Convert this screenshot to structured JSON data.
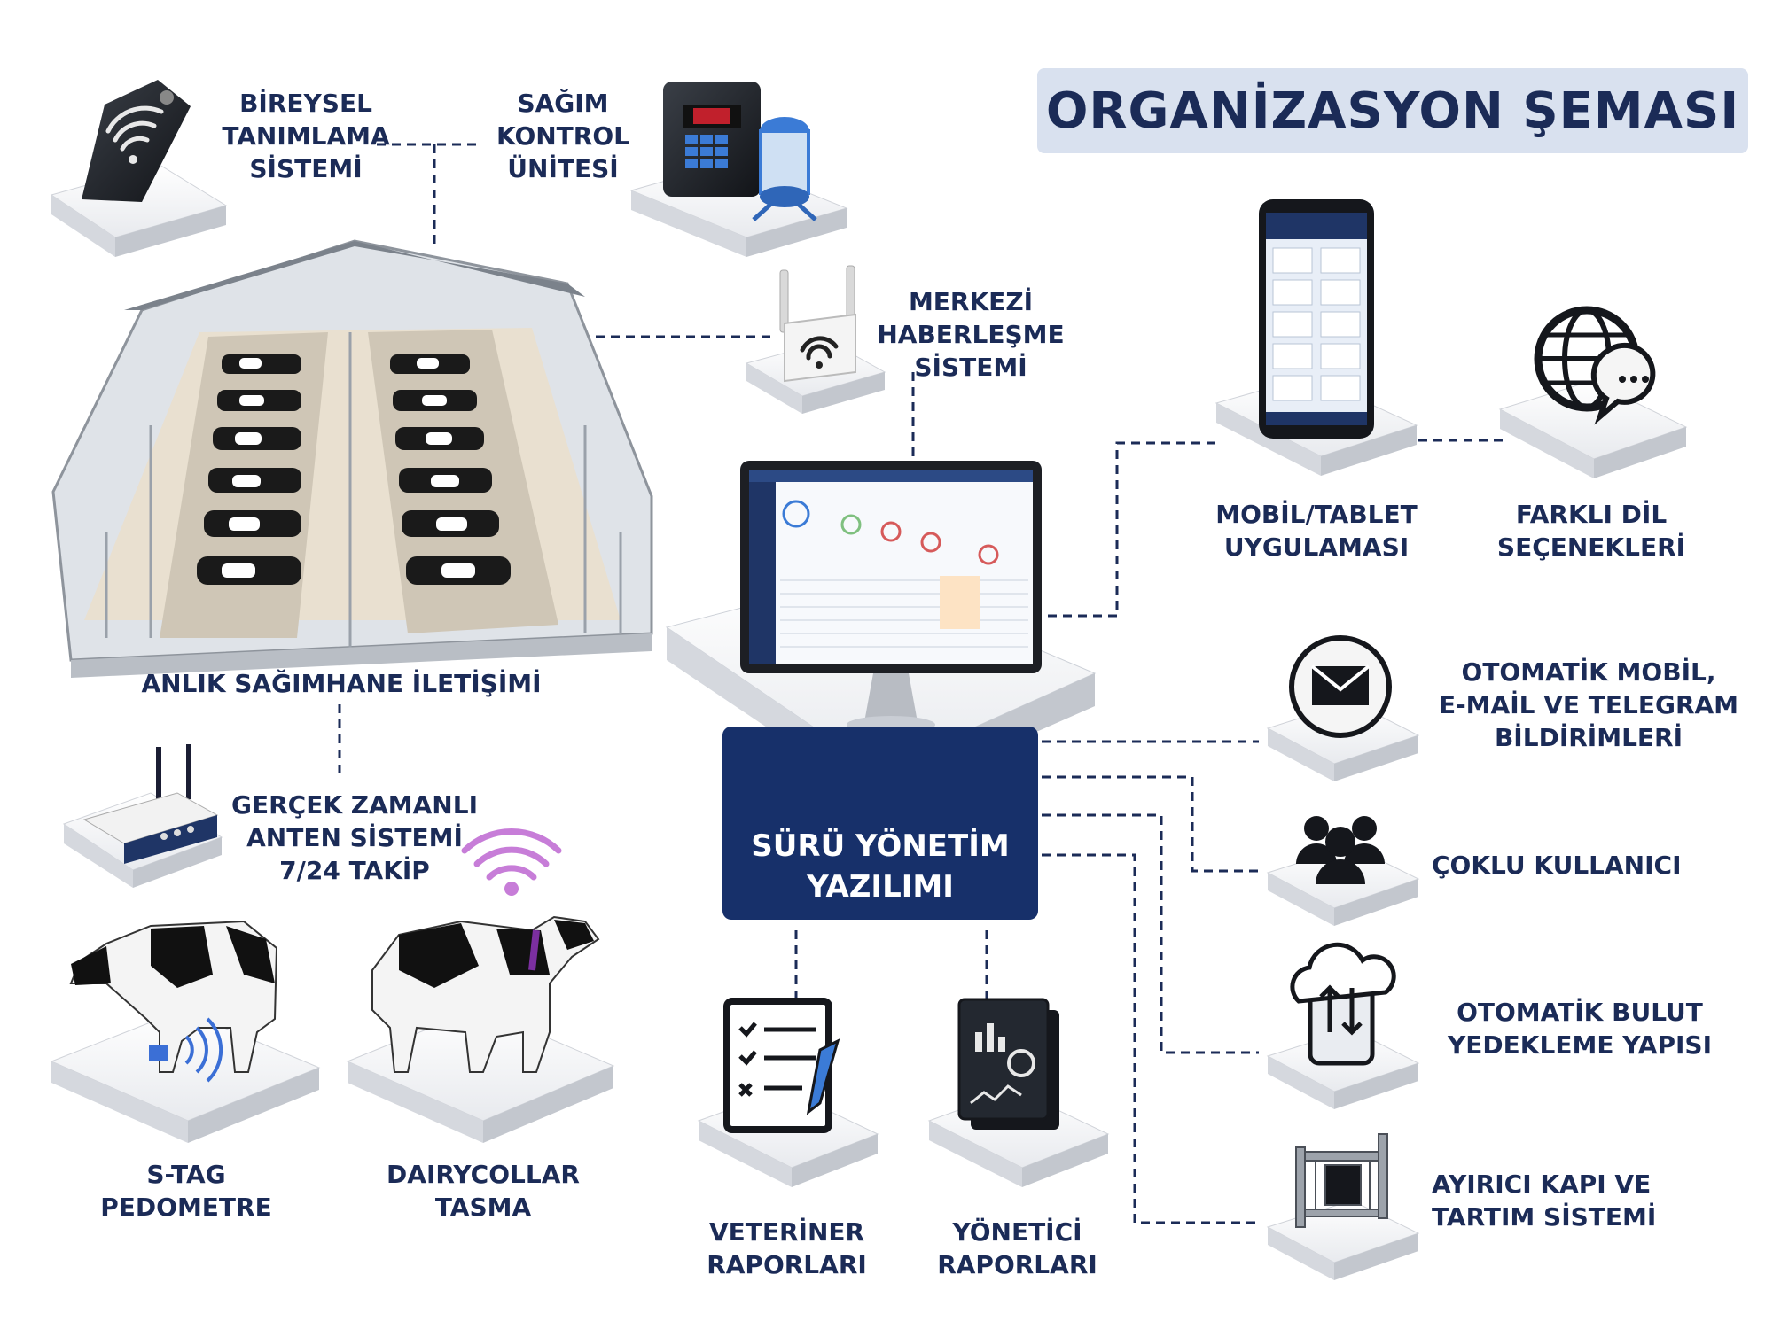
{
  "title": "ORGANİZASYON ŞEMASI",
  "core": {
    "line1": "SÜRÜ YÖNETİM",
    "line2": "YAZILIMI"
  },
  "nodes": {
    "bireysel": [
      "BİREYSEL",
      "TANIMLAMA",
      "SİSTEMİ"
    ],
    "sagim": [
      "SAĞIM",
      "KONTROL",
      "ÜNİTESİ"
    ],
    "merkezi": [
      "MERKEZİ",
      "HABERLEŞME",
      "SİSTEMİ"
    ],
    "sagimhane": [
      "ANLIK SAĞIMHANE İLETİŞİMİ"
    ],
    "anten": [
      "GERÇEK ZAMANLI",
      "ANTEN SİSTEMİ",
      "7/24 TAKİP"
    ],
    "stag": [
      "S-TAG",
      "PEDOMETRE"
    ],
    "dairycollar": [
      "DAIRYCOLLAR",
      "TASMA"
    ],
    "veteriner": [
      "VETERİNER",
      "RAPORLARI"
    ],
    "yonetici": [
      "YÖNETİCİ",
      "RAPORLARI"
    ],
    "mobil": [
      "MOBİL/TABLET",
      "UYGULAMASI"
    ],
    "dil": [
      "FARKLI DİL",
      "SEÇENEKLERİ"
    ],
    "bildirim": [
      "OTOMATİK MOBİL,",
      "E-MAİL VE TELEGRAM",
      "BİLDİRİMLERİ"
    ],
    "coklu": [
      "ÇOKLU KULLANICI"
    ],
    "bulut": [
      "OTOMATİK BULUT",
      "YEDEKLEME YAPISI"
    ],
    "ayirici": [
      "AYIRICI KAPI VE",
      "TARTIM SİSTEMİ"
    ]
  },
  "colors": {
    "navy": "#17306a",
    "text": "#1b2b57",
    "title_bg": "#d9e1ef",
    "wifi": "#c77dd8",
    "signal": "#3b6fd6"
  },
  "icons": [
    "rfid-tag-icon",
    "milking-controller-icon",
    "router-icon",
    "barn-icon",
    "antenna-router-icon",
    "cow-icon",
    "monitor-icon",
    "smartphone-icon",
    "globe-chat-icon",
    "envelope-icon",
    "users-icon",
    "cloud-sync-icon",
    "checklist-icon",
    "report-chart-icon",
    "sorting-gate-icon"
  ]
}
